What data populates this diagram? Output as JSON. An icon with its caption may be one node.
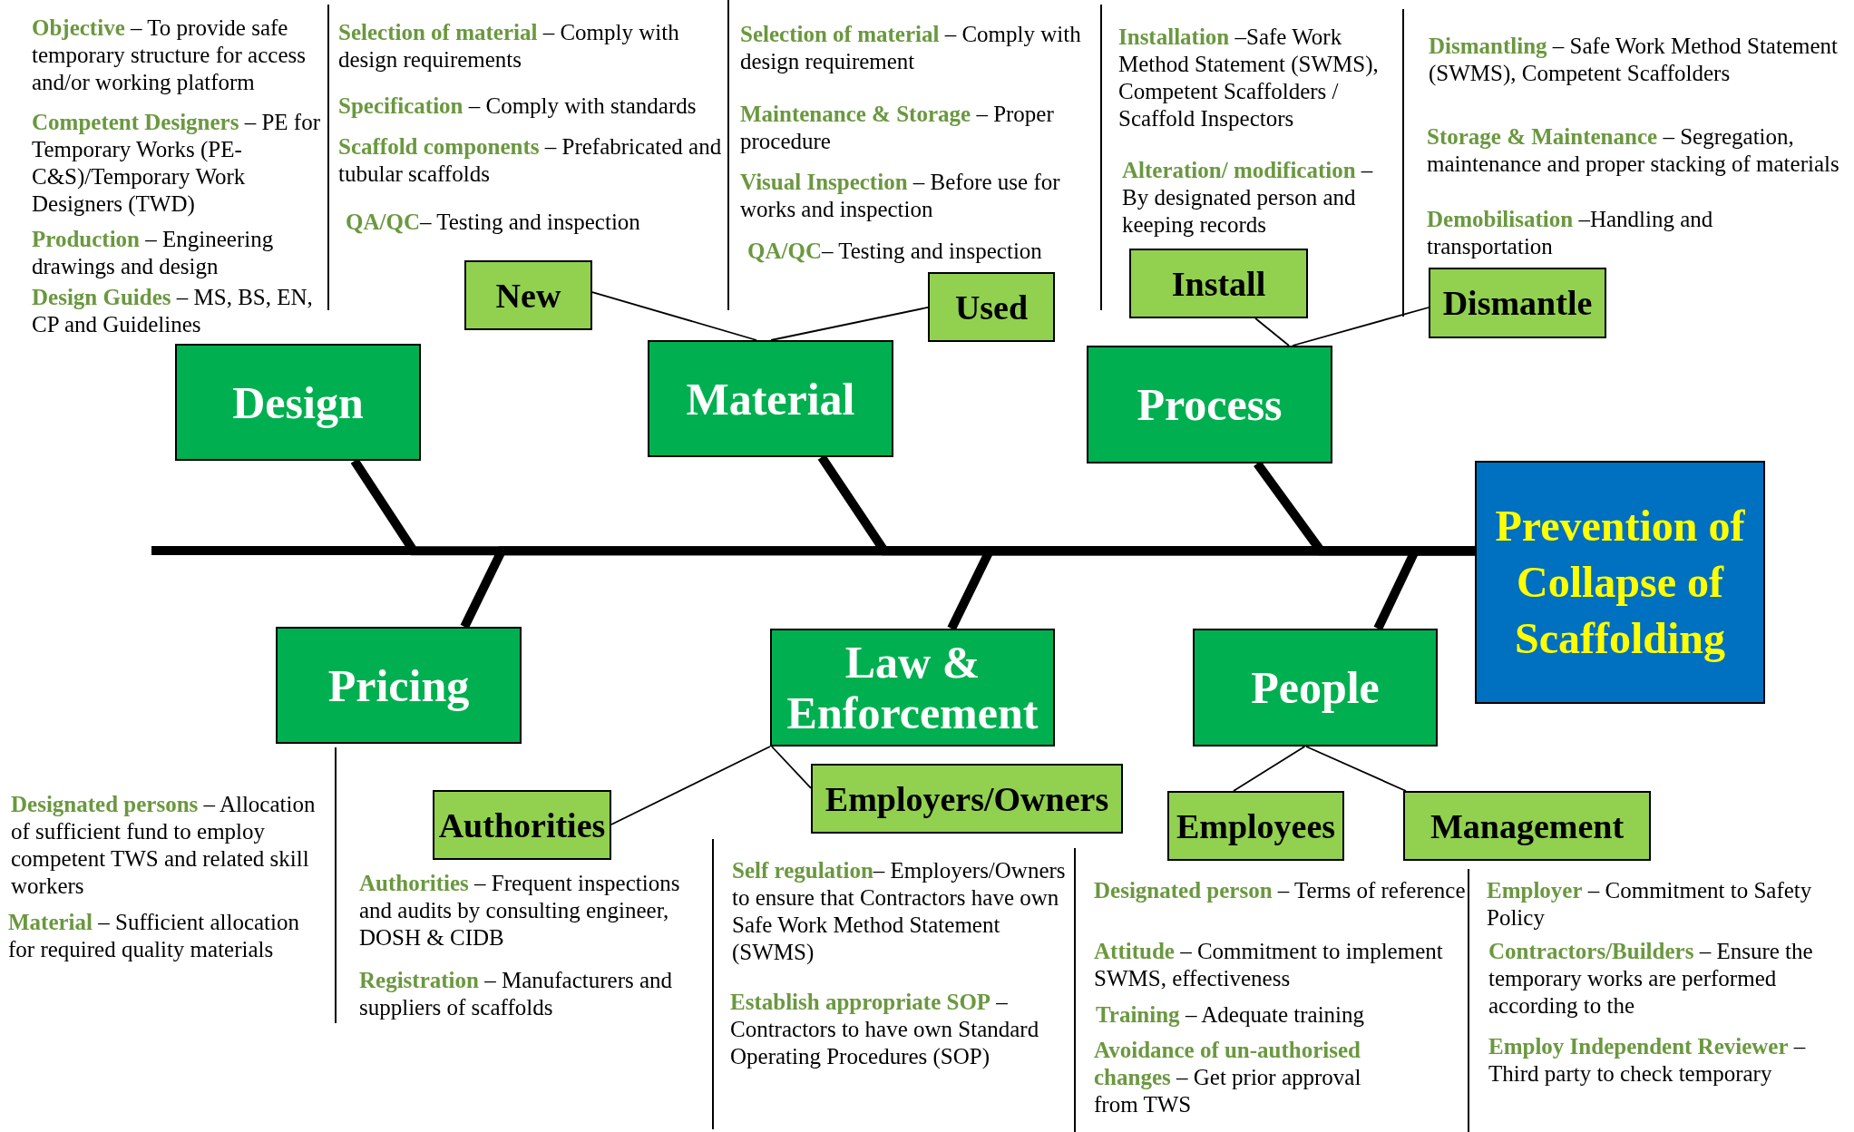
{
  "diagram": {
    "nodes": [
      {
        "text": [
          "New"
        ]
      },
      {
        "text": [
          "Used"
        ]
      },
      {
        "text": [
          "Install"
        ]
      },
      {
        "text": [
          "Dismantle"
        ]
      },
      {
        "text": [
          "Design"
        ]
      },
      {
        "text": [
          "Material"
        ]
      },
      {
        "text": [
          "Process"
        ]
      },
      {
        "text": [
          "Prevention of Collapse of Scaffolding"
        ]
      },
      {
        "text": [
          "Pricing"
        ]
      },
      {
        "text": [
          "Law & Enforcement"
        ]
      },
      {
        "text": [
          "People"
        ]
      },
      {
        "text": [
          "Authorities"
        ]
      },
      {
        "text": [
          "Employers/Owners"
        ]
      },
      {
        "text": [
          "Employees"
        ]
      },
      {
        "text": [
          "Management"
        ]
      }
    ],
    "edges": [
      {
        "from": 4,
        "to": 7,
        "arrow": "none",
        "style": "thick"
      },
      {
        "from": 5,
        "to": 7,
        "arrow": "none",
        "style": "thick"
      },
      {
        "from": 6,
        "to": 7,
        "arrow": "none",
        "style": "thick"
      },
      {
        "from": 8,
        "to": 7,
        "arrow": "none",
        "style": "thick"
      },
      {
        "from": 9,
        "to": 7,
        "arrow": "none",
        "style": "thick"
      },
      {
        "from": 10,
        "to": 7,
        "arrow": "none",
        "style": "thick"
      },
      {
        "from": 0,
        "to": 5,
        "arrow": "none"
      },
      {
        "from": 1,
        "to": 5,
        "arrow": "none"
      },
      {
        "from": 2,
        "to": 6,
        "arrow": "none"
      },
      {
        "from": 3,
        "to": 6,
        "arrow": "none"
      },
      {
        "from": 11,
        "to": 9,
        "arrow": "none"
      },
      {
        "from": 12,
        "to": 9,
        "arrow": "none"
      },
      {
        "from": 13,
        "to": 10,
        "arrow": "none"
      },
      {
        "from": 14,
        "to": 10,
        "arrow": "none"
      }
    ],
    "labels": [
      "**Objective** – To provide safe temporary structure for access and/or working platform",
      "**Competent Designers** – PE for Temporary Works (PE-C&S)/Temporary Work Designers (TWD)",
      "**Production** – Engineering drawings and design",
      "**Design Guides** – MS, BS, EN, CP and Guidelines",
      "**Selection of material** – Comply with design requirements",
      "**Specification** – Comply with standards",
      "**Scaffold components** – Prefabricated and tubular scaffolds",
      "**QA/QC**– Testing and inspection",
      "**Selection of material** – Comply with design requirement",
      "**Maintenance & Storage** – Proper procedure",
      "**Visual Inspection** – Before use for works and inspection",
      "**QA/QC**– Testing and inspection",
      "**Installation** –Safe Work Method Statement (SWMS), Competent Scaffolders / Scaffold Inspectors",
      "**Alteration/ modification** – By designated person and keeping records",
      "**Dismantling** – Safe Work Method Statement (SWMS), Competent Scaffolders",
      "**Storage & Maintenance** – Segregation, maintenance and proper stacking of materials",
      "**Demobilisation** –Handling and transportation",
      "**Designated persons** – Allocation of sufficient fund to employ competent TWS and related skill workers",
      "**Material** – Sufficient allocation for required quality materials",
      "**Authorities** – Frequent inspections and audits by consulting engineer, DOSH & CIDB",
      "**Registration** – Manufacturers and suppliers of scaffolds",
      "**Self regulation**– Employers/Owners to ensure that Contractors have own Safe Work Method Statement (SWMS)",
      "**Establish appropriate SOP** – Contractors to have own Standard Operating Procedures (SOP)",
      "**Designated person** – Terms of reference",
      "**Attitude** – Commitment to implement SWMS, effectiveness",
      "**Training** – Adequate training",
      "**Avoidance of un-authorised changes** – Get prior approval from TWS",
      "**Employer** – Commitment to Safety Policy",
      "**Contractors/Builders** – Ensure the temporary works are performed according to the",
      "**Employ Independent Reviewer** – Third party to check temporary"
    ]
  }
}
